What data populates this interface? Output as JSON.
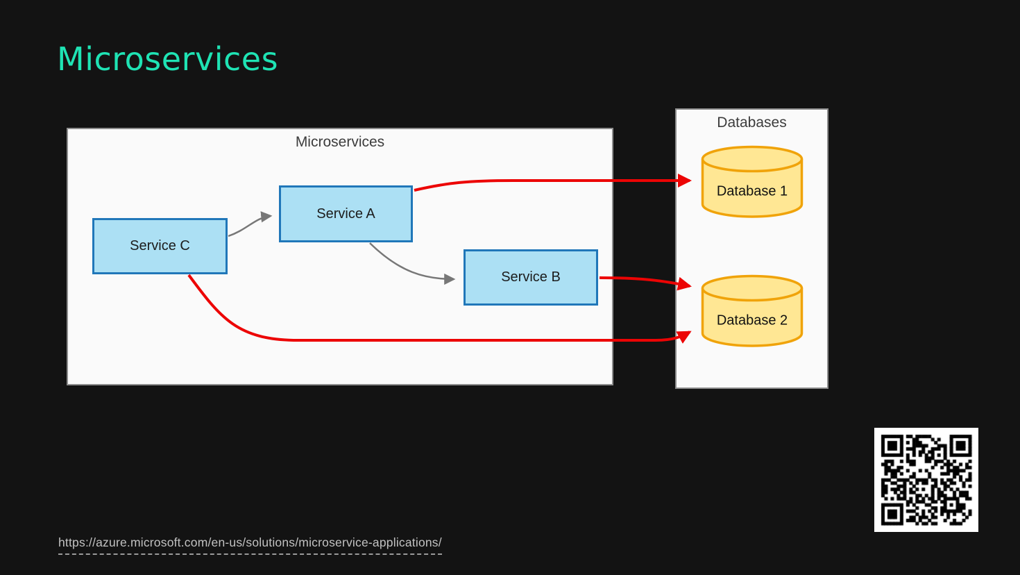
{
  "slide": {
    "title": "Microservices",
    "title_color": "#1FE3B4",
    "background_color": "#131313"
  },
  "diagram": {
    "groups": [
      {
        "id": "microservices",
        "label": "Microservices",
        "nodes": [
          {
            "id": "service-c",
            "label": "Service C",
            "shape": "rectangle"
          },
          {
            "id": "service-a",
            "label": "Service A",
            "shape": "rectangle"
          },
          {
            "id": "service-b",
            "label": "Service B",
            "shape": "rectangle"
          }
        ]
      },
      {
        "id": "databases",
        "label": "Databases",
        "nodes": [
          {
            "id": "database-1",
            "label": "Database 1",
            "shape": "cylinder"
          },
          {
            "id": "database-2",
            "label": "Database 2",
            "shape": "cylinder"
          }
        ]
      }
    ],
    "edges": [
      {
        "from": "Service C",
        "to": "Service A",
        "color": "gray"
      },
      {
        "from": "Service A",
        "to": "Service B",
        "color": "gray"
      },
      {
        "from": "Service A",
        "to": "Database 1",
        "color": "red"
      },
      {
        "from": "Service B",
        "to": "Database 2",
        "color": "red"
      },
      {
        "from": "Service C",
        "to": "Database 2",
        "color": "red"
      }
    ],
    "colors": {
      "service_fill": "#ACE0F4",
      "service_border": "#2077B9",
      "database_fill": "#FFE794",
      "database_border": "#F0A30A",
      "panel_background": "#FAFAFA",
      "panel_border": "#8C8C8C",
      "edge_gray": "#777777",
      "edge_red": "#EC0404"
    }
  },
  "footer": {
    "url": "https://azure.microsoft.com/en-us/solutions/microservice-applications/"
  }
}
